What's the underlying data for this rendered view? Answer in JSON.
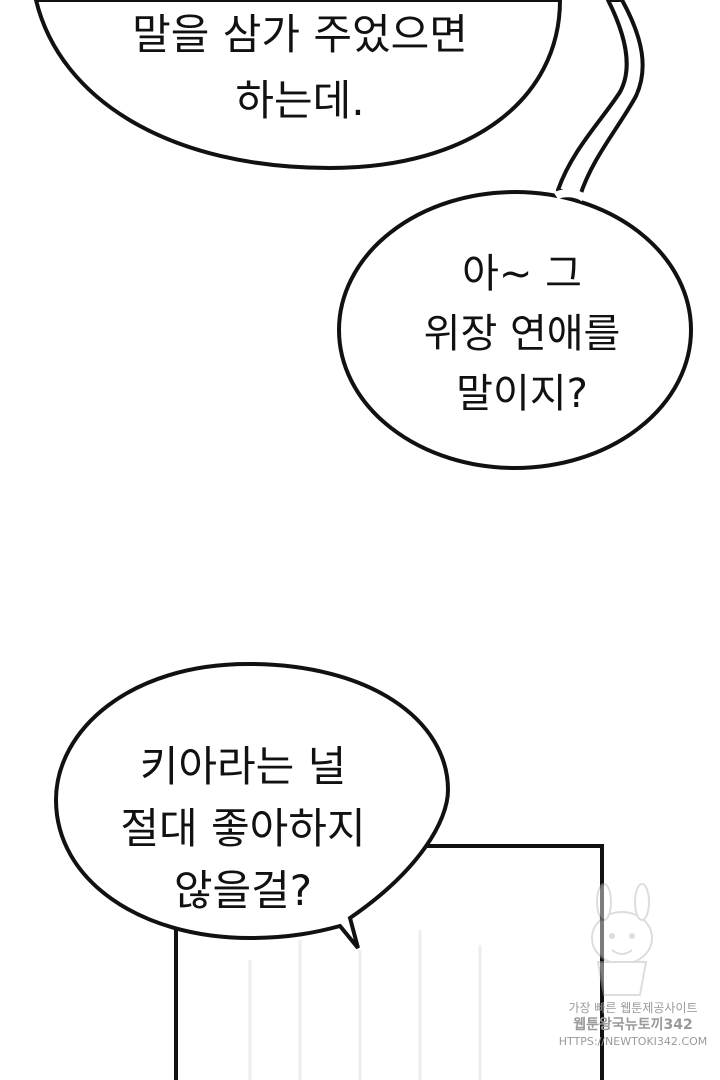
{
  "bubbles": {
    "top": {
      "line1": "말을 삼가 주었으면",
      "line2": "하는데."
    },
    "middle": {
      "line1": "아~ 그",
      "line2": "위장 연애를",
      "line3": "말이지?"
    },
    "bottom": {
      "line1": "키아라는 널",
      "line2": "절대 좋아하지",
      "line3": "않을걸?"
    }
  },
  "watermark": {
    "line1": "가장 빠른 웹툰제공사이트",
    "line2": "웹툰왕국뉴토끼342",
    "line3": "HTTPS://NEWTOKI342.COM"
  },
  "colors": {
    "ink": "#111111",
    "paper": "#ffffff",
    "watermark": "#9a9a9a"
  },
  "icons": {
    "mascot": "bunny-mascot-icon"
  }
}
